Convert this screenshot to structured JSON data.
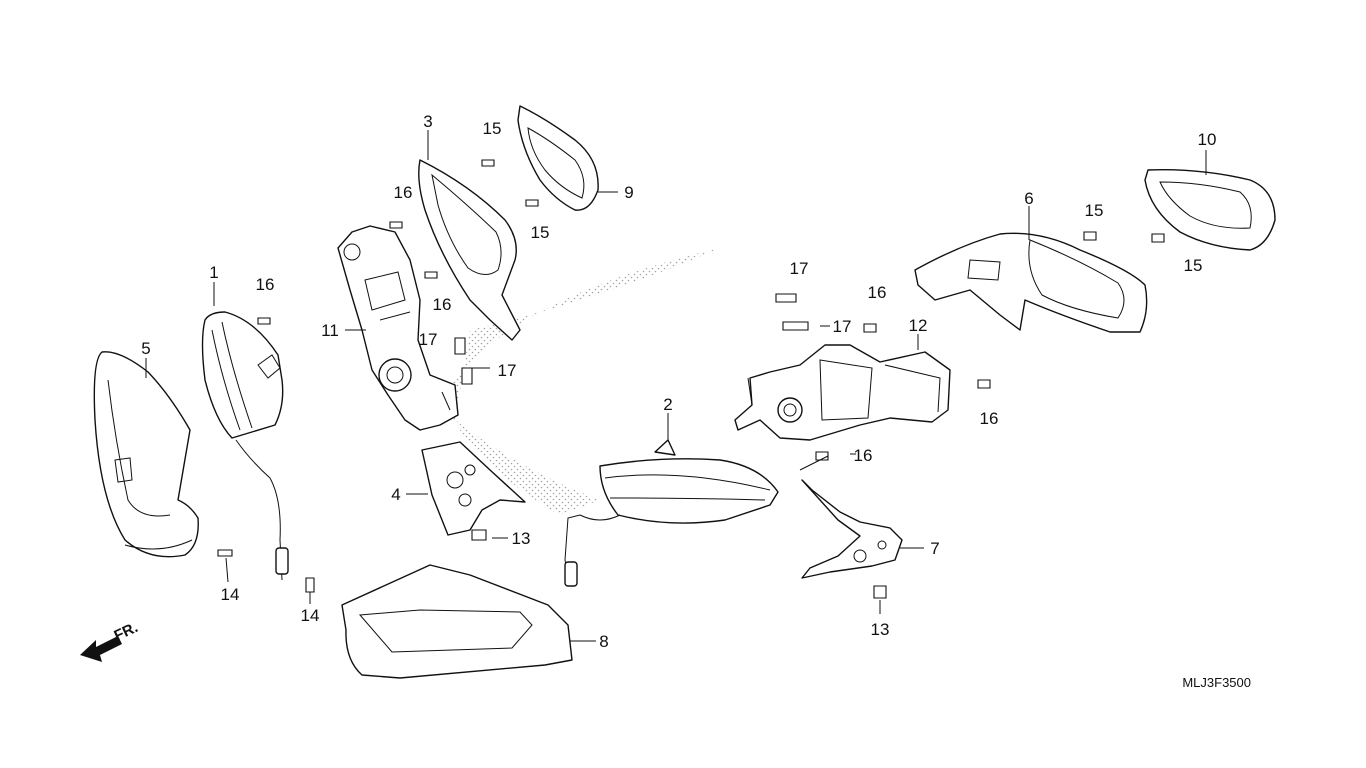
{
  "diagram": {
    "code": "MLJ3F3500",
    "front_marker": "FR.",
    "callouts": [
      {
        "id": "c1",
        "text": "1"
      },
      {
        "id": "c2",
        "text": "2"
      },
      {
        "id": "c3",
        "text": "3"
      },
      {
        "id": "c4",
        "text": "4"
      },
      {
        "id": "c5",
        "text": "5"
      },
      {
        "id": "c6",
        "text": "6"
      },
      {
        "id": "c7",
        "text": "7"
      },
      {
        "id": "c8",
        "text": "8"
      },
      {
        "id": "c9",
        "text": "9"
      },
      {
        "id": "c10",
        "text": "10"
      },
      {
        "id": "c11",
        "text": "11"
      },
      {
        "id": "c12",
        "text": "12"
      },
      {
        "id": "c13a",
        "text": "13"
      },
      {
        "id": "c13b",
        "text": "13"
      },
      {
        "id": "c14a",
        "text": "14"
      },
      {
        "id": "c14b",
        "text": "14"
      },
      {
        "id": "c15a",
        "text": "15"
      },
      {
        "id": "c15b",
        "text": "15"
      },
      {
        "id": "c15c",
        "text": "15"
      },
      {
        "id": "c15d",
        "text": "15"
      },
      {
        "id": "c16a",
        "text": "16"
      },
      {
        "id": "c16b",
        "text": "16"
      },
      {
        "id": "c16c",
        "text": "16"
      },
      {
        "id": "c16d",
        "text": "16"
      },
      {
        "id": "c16e",
        "text": "16"
      },
      {
        "id": "c16f",
        "text": "16"
      },
      {
        "id": "c17a",
        "text": "17"
      },
      {
        "id": "c17b",
        "text": "17"
      },
      {
        "id": "c17c",
        "text": "17"
      },
      {
        "id": "c17d",
        "text": "17"
      }
    ]
  }
}
